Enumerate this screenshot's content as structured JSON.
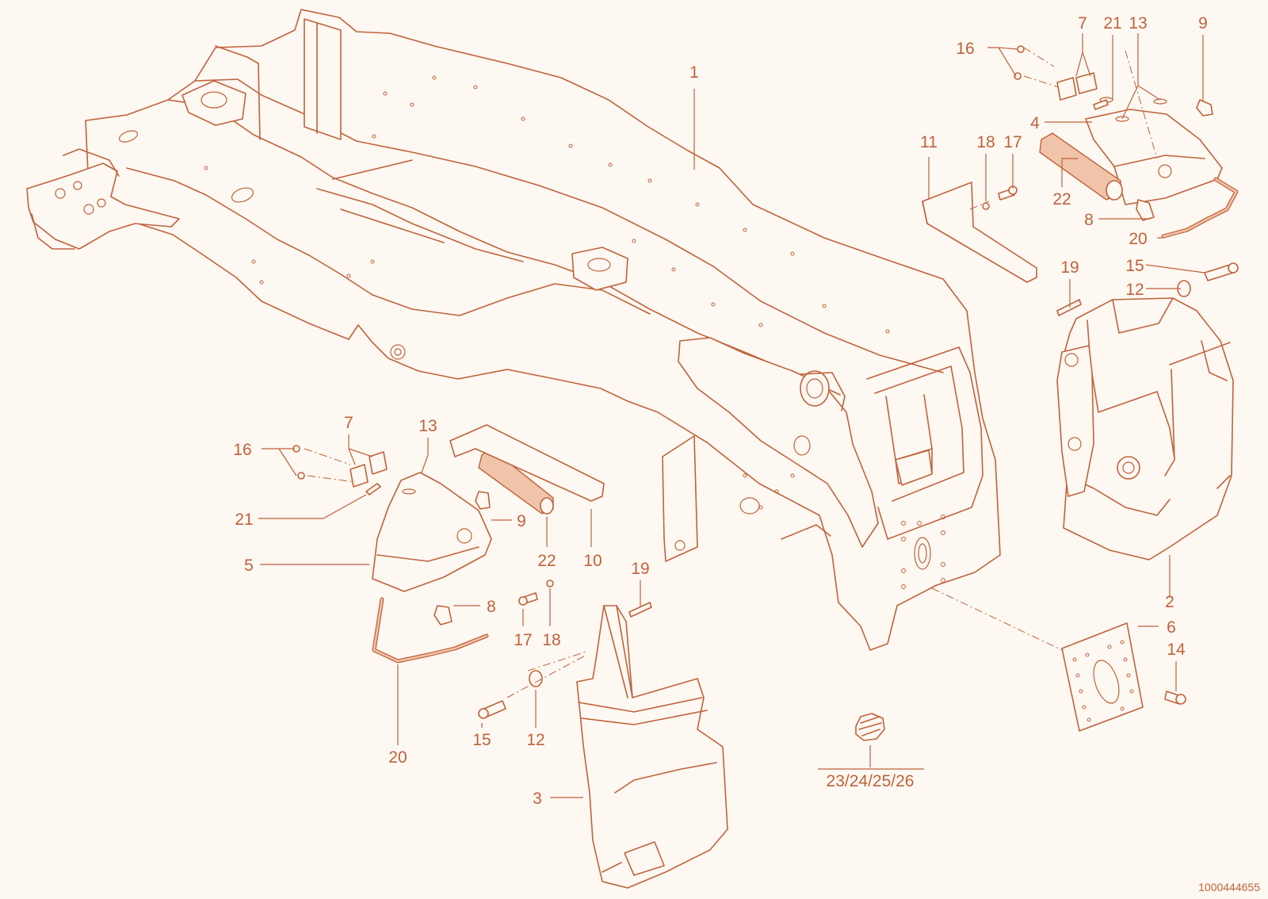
{
  "diagram": {
    "document_number": "1000444655",
    "callouts": [
      {
        "id": "c1",
        "label": "1"
      },
      {
        "id": "c2",
        "label": "2"
      },
      {
        "id": "c3",
        "label": "3"
      },
      {
        "id": "c4",
        "label": "4"
      },
      {
        "id": "c5",
        "label": "5"
      },
      {
        "id": "c6",
        "label": "6"
      },
      {
        "id": "c7a",
        "label": "7"
      },
      {
        "id": "c7b",
        "label": "7"
      },
      {
        "id": "c8a",
        "label": "8"
      },
      {
        "id": "c8b",
        "label": "8"
      },
      {
        "id": "c9a",
        "label": "9"
      },
      {
        "id": "c9b",
        "label": "9"
      },
      {
        "id": "c10",
        "label": "10"
      },
      {
        "id": "c11",
        "label": "11"
      },
      {
        "id": "c12a",
        "label": "12"
      },
      {
        "id": "c12b",
        "label": "12"
      },
      {
        "id": "c13a",
        "label": "13"
      },
      {
        "id": "c13b",
        "label": "13"
      },
      {
        "id": "c14",
        "label": "14"
      },
      {
        "id": "c15a",
        "label": "15"
      },
      {
        "id": "c15b",
        "label": "15"
      },
      {
        "id": "c16a",
        "label": "16"
      },
      {
        "id": "c16b",
        "label": "16"
      },
      {
        "id": "c17a",
        "label": "17"
      },
      {
        "id": "c17b",
        "label": "17"
      },
      {
        "id": "c18a",
        "label": "18"
      },
      {
        "id": "c18b",
        "label": "18"
      },
      {
        "id": "c19a",
        "label": "19"
      },
      {
        "id": "c19b",
        "label": "19"
      },
      {
        "id": "c20a",
        "label": "20"
      },
      {
        "id": "c20b",
        "label": "20"
      },
      {
        "id": "c21a",
        "label": "21"
      },
      {
        "id": "c21b",
        "label": "21"
      },
      {
        "id": "c22a",
        "label": "22"
      },
      {
        "id": "c22b",
        "label": "22"
      },
      {
        "id": "c23",
        "label": "23/24/25/26"
      }
    ]
  }
}
